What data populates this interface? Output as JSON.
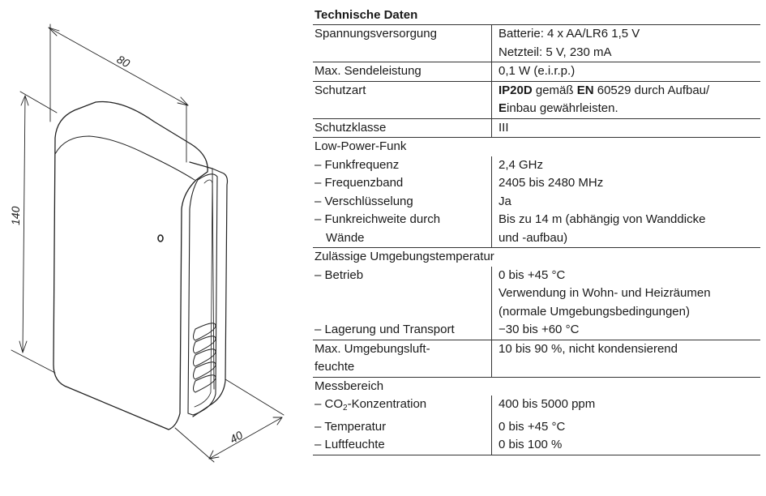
{
  "drawing": {
    "dim_width": "80",
    "dim_height": "140",
    "dim_depth": "40"
  },
  "spec": {
    "title": "Technische Daten",
    "rows": {
      "power_label": "Spannungsversorgung",
      "power_value_1": "Batterie: 4 x AA/LR6 1,5 V",
      "power_value_2": "Netzteil: 5 V, 230 mA",
      "transmit_label": "Max. Sendeleistung",
      "transmit_value": "0,1 W (e.i.r.p.)",
      "protection_label": "Schutzart",
      "protection_value_1a": "IP20D",
      "protection_value_1b": " gemäß ",
      "protection_value_1c": "EN",
      "protection_value_1d": " 60529 durch Aufbau/",
      "protection_value_2a": "E",
      "protection_value_2b": "inbau gewährleisten.",
      "class_label": "Schutzklasse",
      "class_value": "III",
      "radio_head": "Low-Power-Funk",
      "freq_label": "– Funkfrequenz",
      "freq_value": "2,4 GHz",
      "band_label": "– Frequenzband",
      "band_value": "2405 bis 2480 MHz",
      "encrypt_label": "– Verschlüsselung",
      "encrypt_value": "Ja",
      "range_label_1": "– Funkreichweite durch",
      "range_label_2": "Wände",
      "range_value_1": "Bis zu 14 m (abhängig von Wanddicke",
      "range_value_2": "und -aufbau)",
      "temp_head": "Zulässige Umgebungstemperatur",
      "op_label": "– Betrieb",
      "op_value_1": "0 bis +45 °C",
      "op_value_2": "Verwendung in Wohn- und Heizräumen",
      "op_value_3": "(normale Umgebungsbedingungen)",
      "storage_label": "– Lagerung und Transport",
      "storage_value": "−30 bis +60 °C",
      "humidity_label_1": "Max. Umgebungsluft-",
      "humidity_label_2": "feuchte",
      "humidity_value": "10 bis 90 %, nicht kondensierend",
      "measure_head": "Messbereich",
      "co2_label_a": "– CO",
      "co2_label_sub": "2",
      "co2_label_b": "-Konzentration",
      "co2_value": "400 bis 5000 ppm",
      "mtemp_label": "– Temperatur",
      "mtemp_value": "0 bis +45 °C",
      "mhum_label": "– Luftfeuchte",
      "mhum_value": "0 bis 100 %"
    }
  }
}
